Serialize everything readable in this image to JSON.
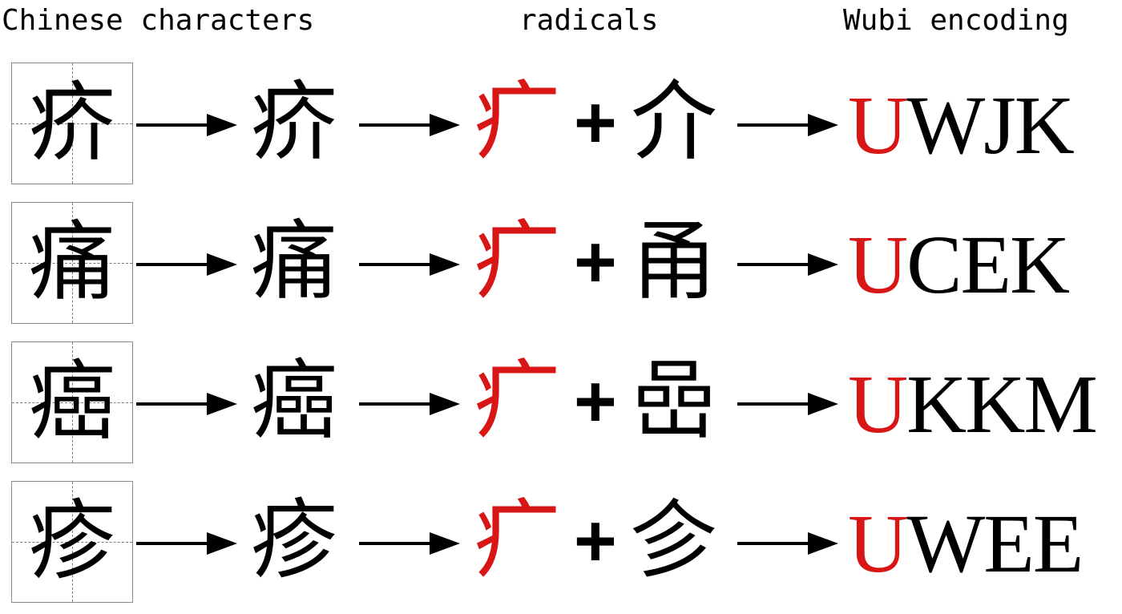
{
  "headers": {
    "characters": "Chinese characters",
    "radicals": "radicals",
    "encoding": "Wubi encoding"
  },
  "colors": {
    "radical": "#d91616",
    "text": "#000000",
    "grid": "#8a8a8a"
  },
  "rows": [
    {
      "character": "疥",
      "radical": "疒",
      "component": "介",
      "plus": "+",
      "code_first": "U",
      "code_rest": "WJK"
    },
    {
      "character": "痛",
      "radical": "疒",
      "component": "甬",
      "plus": "+",
      "code_first": "U",
      "code_rest": "CEK"
    },
    {
      "character": "癌",
      "radical": "疒",
      "component": "嵒",
      "plus": "+",
      "code_first": "U",
      "code_rest": "KKM"
    },
    {
      "character": "疹",
      "radical": "疒",
      "component": "㐱",
      "plus": "+",
      "code_first": "U",
      "code_rest": "WEE"
    }
  ]
}
